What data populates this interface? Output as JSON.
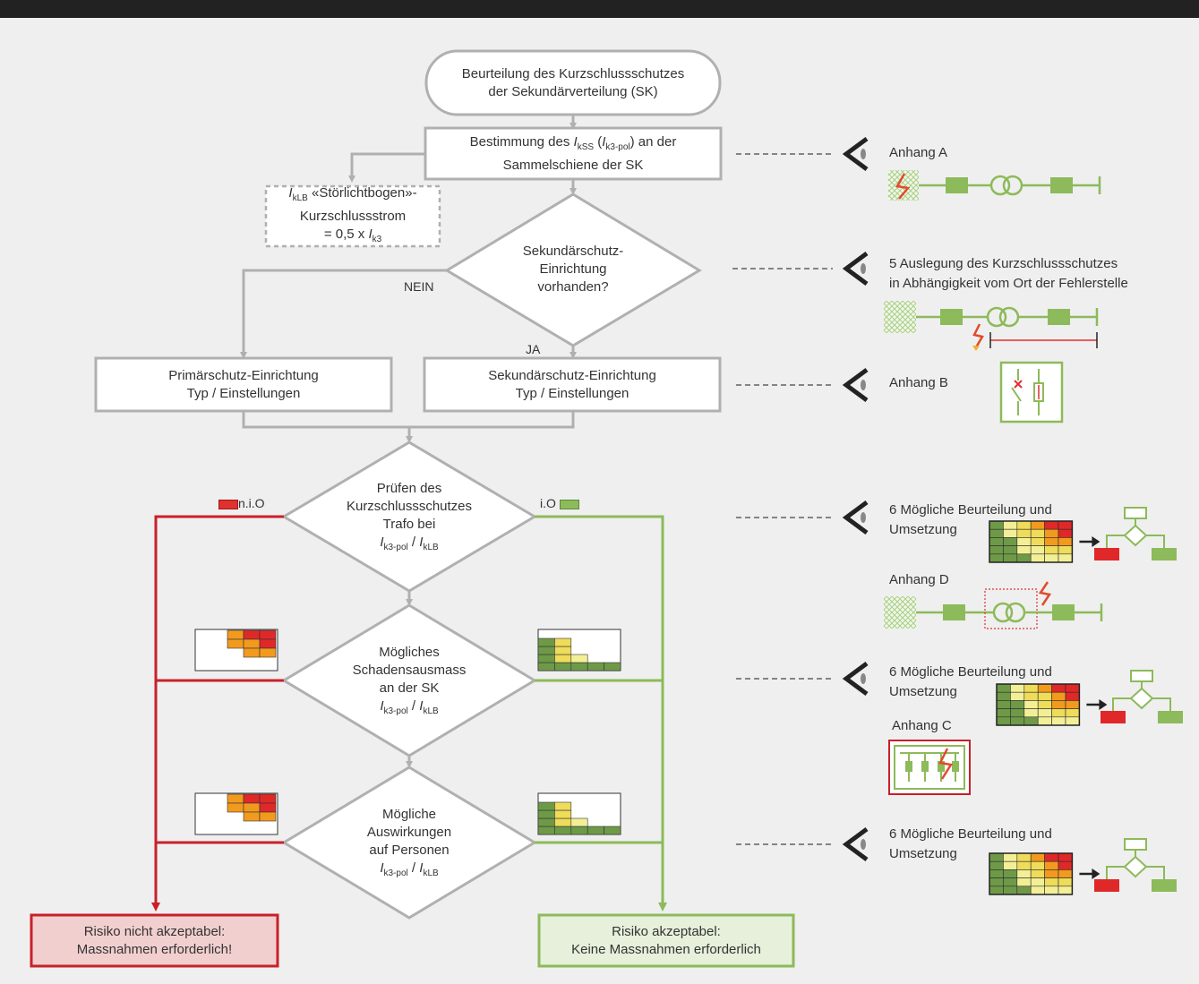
{
  "start": {
    "line1": "Beurteilung des Kurzschlussschutzes",
    "line2": "der Sekundärverteilung (SK)"
  },
  "step_ikss": {
    "pre": "Bestimmung des ",
    "var1": "I",
    "sub1": "kSS",
    "mid": " (",
    "var2": "I",
    "sub2": "k3-pol",
    "post": ") an der",
    "line2": "Sammelschiene der SK"
  },
  "side_note": {
    "var": "I",
    "sub": "kLB",
    "line1_rest": " «Störlichtbogen»-",
    "line2": "Kurzschlussstrom",
    "line3_pre": "= 0,5 x ",
    "line3_var": "I",
    "line3_sub": "k3"
  },
  "decision_secondary": {
    "line1": "Sekundärschutz-",
    "line2": "Einrichtung",
    "line3": "vorhanden?"
  },
  "branch_labels": {
    "no": "NEIN",
    "yes": "JA"
  },
  "primary_box": {
    "line1": "Primärschutz-Einrichtung",
    "line2": "Typ / Einstellungen"
  },
  "secondary_box": {
    "line1": "Sekundärschutz-Einrichtung",
    "line2": "Typ / Einstellungen"
  },
  "decisions": [
    {
      "line1": "Prüfen des",
      "line2": "Kurzschlussschutzes",
      "line3": "Trafo bei"
    },
    {
      "line1": "Mögliches",
      "line2": "Schadensausmass",
      "line3": "an der SK"
    },
    {
      "line1": "Mögliche",
      "line2": "Auswirkungen",
      "line3": "auf Personen"
    }
  ],
  "formula": {
    "var1": "I",
    "sub1": "k3-pol",
    "sep": " / ",
    "var2": "I",
    "sub2": "kLB"
  },
  "legend": {
    "nio": "n.i.O",
    "io": "i.O"
  },
  "result_bad": {
    "line1": "Risiko nicht akzeptabel:",
    "line2": "Massnahmen erforderlich!"
  },
  "result_good": {
    "line1": "Risiko akzeptabel:",
    "line2": "Keine Massnahmen erforderlich"
  },
  "references": {
    "anhang_a": "Anhang A",
    "section5_line1": "5 Auslegung des Kurzschlussschutzes",
    "section5_line2": "in Abhängigkeit vom Ort der Fehlerstelle",
    "anhang_b": "Anhang B",
    "section6a_line1": "6 Mögliche Beurteilung und",
    "section6a_line2": "Umsetzung",
    "anhang_d": "Anhang D",
    "section6b_line1": "6 Mögliche Beurteilung und",
    "section6b_line2": "Umsetzung",
    "anhang_c": "Anhang C",
    "section6c_line1": "6 Mögliche Beurteilung und",
    "section6c_line2": "Umsetzung"
  },
  "colors": {
    "red": "#c8202a",
    "green": "#8dba5a",
    "gray": "#b0b0b0",
    "bad_fill": "#f2cfcf",
    "good_fill": "#e6f0da"
  }
}
